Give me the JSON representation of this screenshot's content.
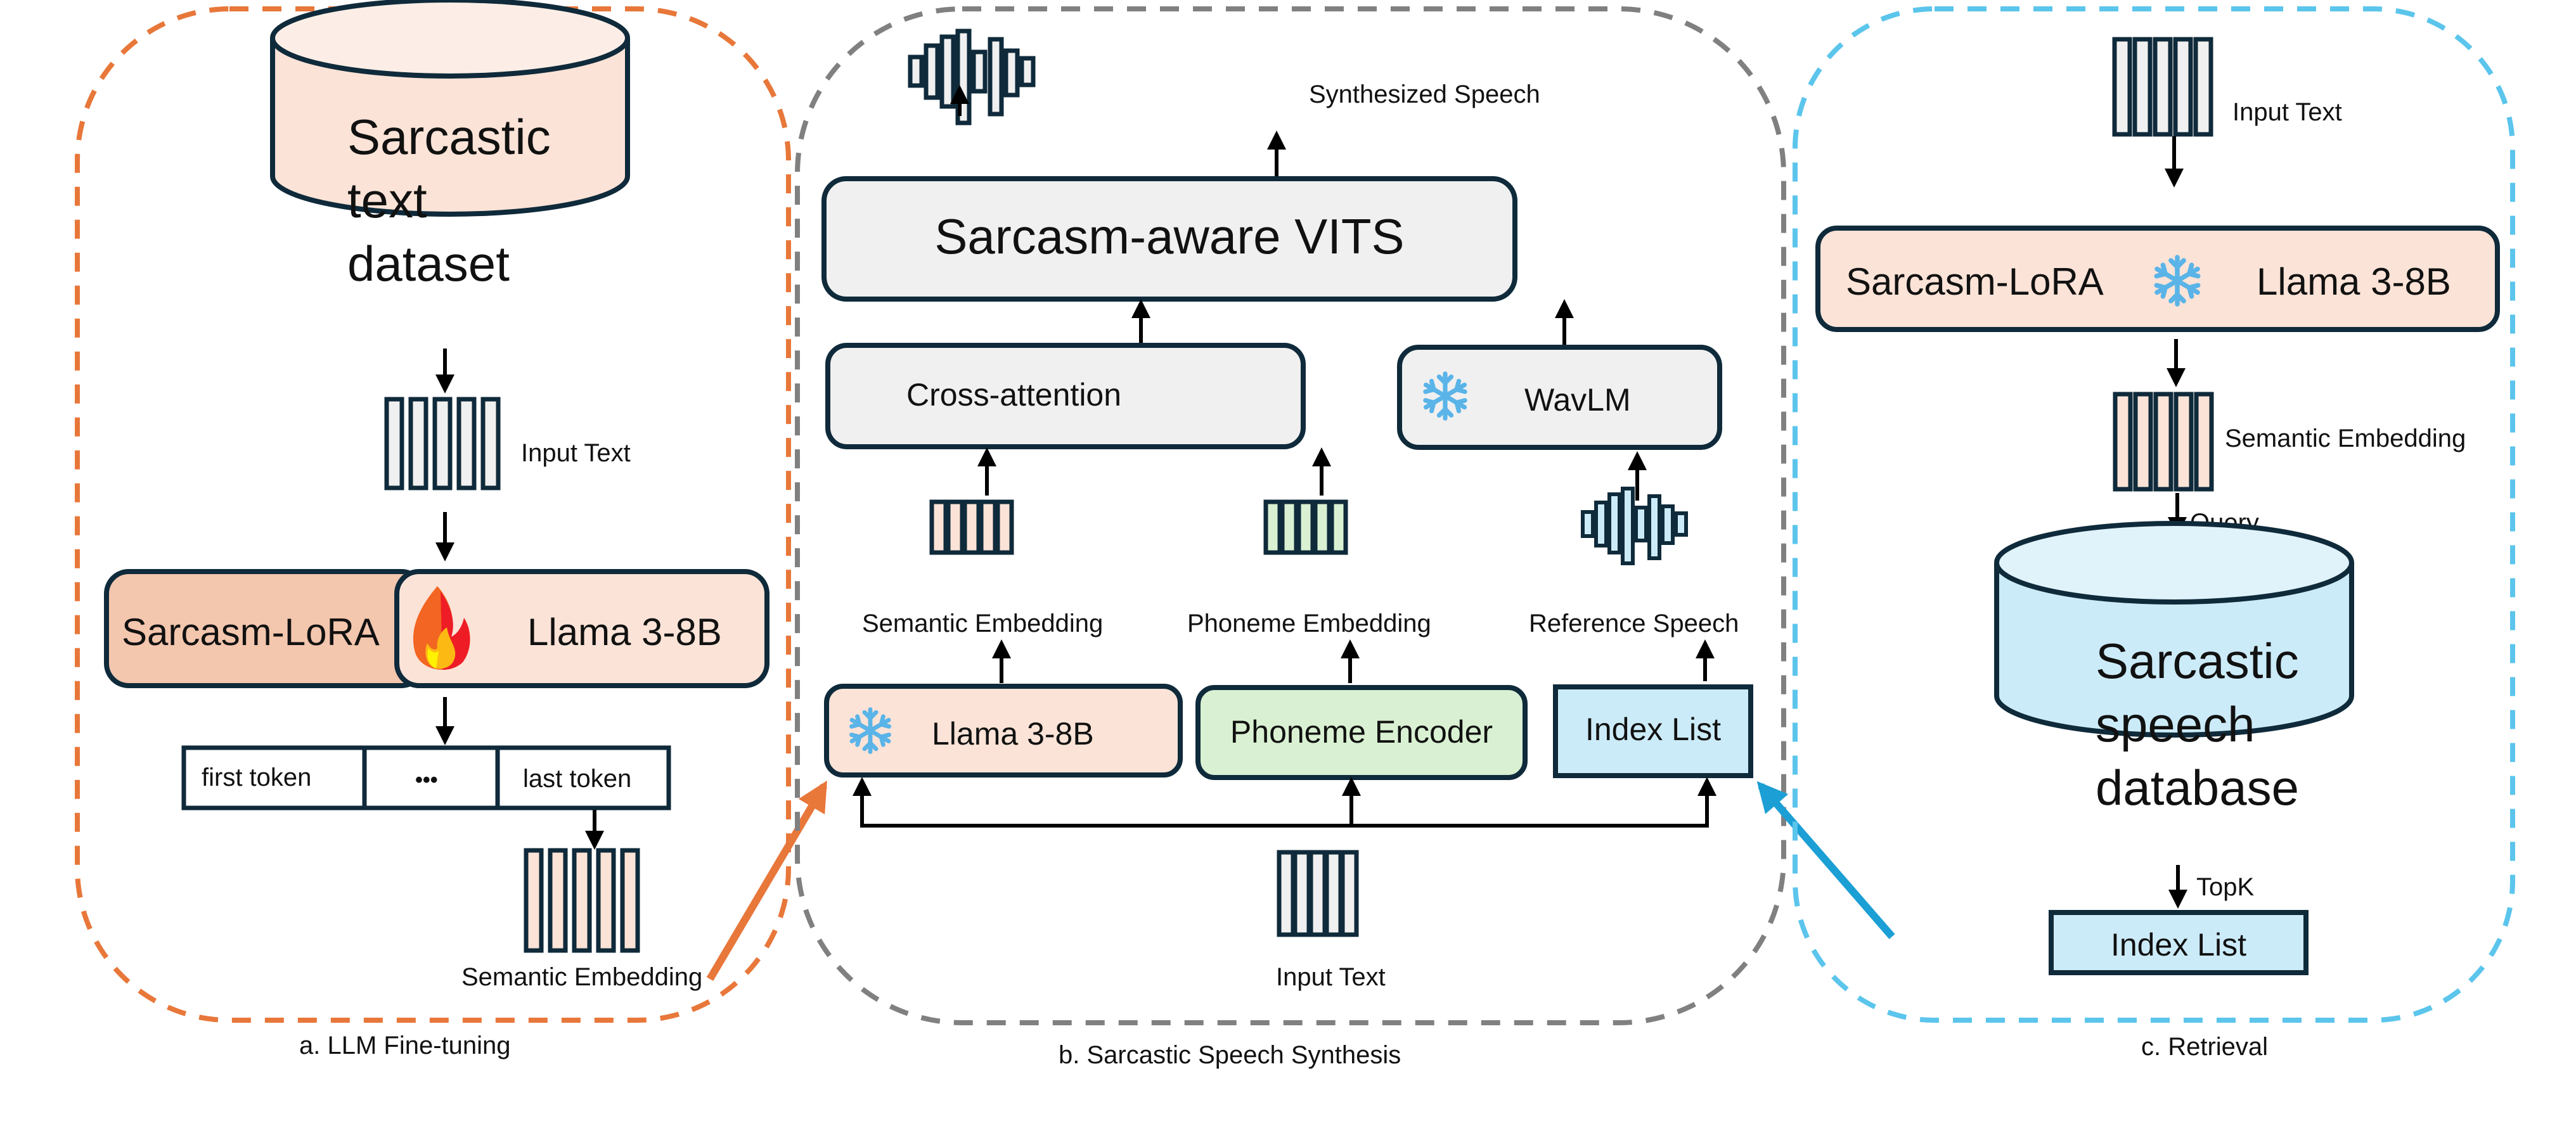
{
  "colors": {
    "panel_a_border": "#E8773A",
    "panel_b_border": "#808080",
    "panel_c_border": "#5BC5EC",
    "outline": "#0F2A3A",
    "peach_fill": "#FBE3D7",
    "lora_fill": "#F3C6AE",
    "gray_fill": "#F0F0F0",
    "green_fill": "#D9F1D2",
    "blue_fill": "#CCEBF8",
    "blue_db_top": "#E0F3FB",
    "snowflake": "#5AB4E8",
    "orange_arrow": "#E8773A",
    "blue_arrow": "#1B9FD4"
  },
  "panel_a": {
    "caption": "a. LLM Fine-tuning",
    "dataset_lines": [
      "Sarcastic",
      "text",
      "dataset"
    ],
    "input_text_label": "Input Text",
    "lora_label": "Sarcasm-LoRA",
    "llama_label": "Llama 3-8B",
    "fire_icon": "fire-icon",
    "tokens": [
      "first token",
      "•••",
      "last token"
    ],
    "embedding_label": "Semantic Embedding"
  },
  "panel_b": {
    "caption": "b. Sarcastic Speech Synthesis",
    "output_label": "Synthesized Speech",
    "vits_label": "Sarcasm-aware VITS",
    "cross_attention_label": "Cross-attention",
    "wavlm_label": "WavLM",
    "snowflake_icon": "snowflake-icon",
    "semantic_embedding_label": "Semantic Embedding",
    "phoneme_embedding_label": "Phoneme Embedding",
    "reference_speech_label": "Reference Speech",
    "llama_label": "Llama 3-8B",
    "phoneme_encoder_label": "Phoneme Encoder",
    "index_list_label": "Index List",
    "input_text_label": "Input Text"
  },
  "panel_c": {
    "caption": "c. Retrieval",
    "input_text_label": "Input Text",
    "lora_label": "Sarcasm-LoRA",
    "llama_label": "Llama 3-8B",
    "snowflake_icon": "snowflake-icon",
    "embedding_label": "Semantic Embedding",
    "query_label": "Query",
    "database_lines": [
      "Sarcastic",
      "speech",
      "database"
    ],
    "topk_label": "TopK",
    "index_list_label": "Index List"
  }
}
